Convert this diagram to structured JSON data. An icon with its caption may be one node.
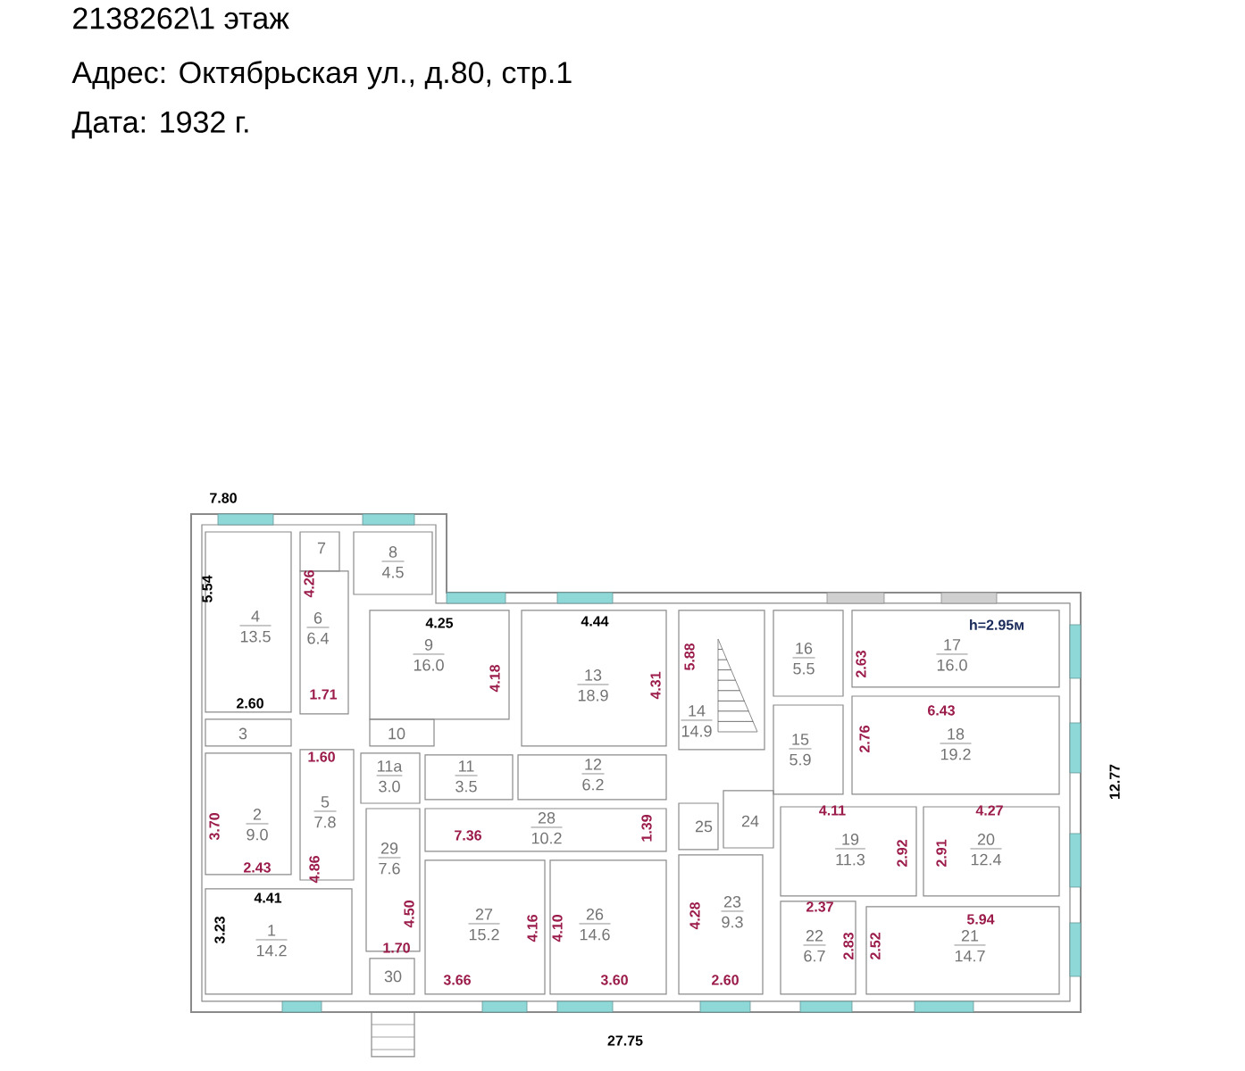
{
  "diagram": {
    "title": "2138262\\1 этаж",
    "nodes": [
      {
        "text": [
          "7"
        ]
      },
      {
        "text": [
          "8",
          "4.5"
        ]
      },
      {
        "text": [
          "4",
          "13.5"
        ]
      },
      {
        "text": [
          "6",
          "6.4"
        ]
      },
      {
        "text": [
          "9",
          "16.0"
        ]
      },
      {
        "text": [
          "13",
          "18.9"
        ]
      },
      {
        "text": [
          "14",
          "14.9"
        ]
      },
      {
        "text": [
          "16",
          "5.5"
        ]
      },
      {
        "text": [
          "17",
          "16.0"
        ]
      },
      {
        "text": [
          "18",
          "19.2"
        ]
      },
      {
        "text": [
          "15",
          "5.9"
        ]
      },
      {
        "text": [
          "3"
        ]
      },
      {
        "text": [
          "10"
        ]
      },
      {
        "text": [
          "2",
          "9.0"
        ]
      },
      {
        "text": [
          "5",
          "7.8"
        ]
      },
      {
        "text": [
          "11а",
          "3.0"
        ]
      },
      {
        "text": [
          "11",
          "3.5"
        ]
      },
      {
        "text": [
          "12",
          "6.2"
        ]
      },
      {
        "text": [
          "24"
        ]
      },
      {
        "text": [
          "25"
        ]
      },
      {
        "text": [
          "19",
          "11.3"
        ]
      },
      {
        "text": [
          "20",
          "12.4"
        ]
      },
      {
        "text": [
          "28",
          "10.2"
        ]
      },
      {
        "text": [
          "29",
          "7.6"
        ]
      },
      {
        "text": [
          "23",
          "9.3"
        ]
      },
      {
        "text": [
          "27",
          "15.2"
        ]
      },
      {
        "text": [
          "26",
          "14.6"
        ]
      },
      {
        "text": [
          "1",
          "14.2"
        ]
      },
      {
        "text": [
          "22",
          "6.7"
        ]
      },
      {
        "text": [
          "21",
          "14.7"
        ]
      },
      {
        "text": [
          "30"
        ]
      }
    ],
    "labels": [
      "Адрес: Октябрьская ул., д.80, стр.1",
      "Дата: 1932 г.",
      "7.80",
      "5.54",
      "4.26",
      "4.25",
      "4.44",
      "h=2.95м",
      "5.88",
      "2.63",
      "4.18",
      "4.31",
      "1.71",
      "2.60",
      "6.43",
      "2.76",
      "1.60",
      "4.11",
      "4.27",
      "12.77",
      "3.70",
      "1.39",
      "7.36",
      "2.92",
      "2.91",
      "2.43",
      "4.86",
      "4.41",
      "2.37",
      "5.94",
      "4.50",
      "3.23",
      "4.16",
      "4.10",
      "4.28",
      "2.83",
      "2.52",
      "1.70",
      "3.66",
      "3.60",
      "2.60",
      "27.75"
    ]
  }
}
